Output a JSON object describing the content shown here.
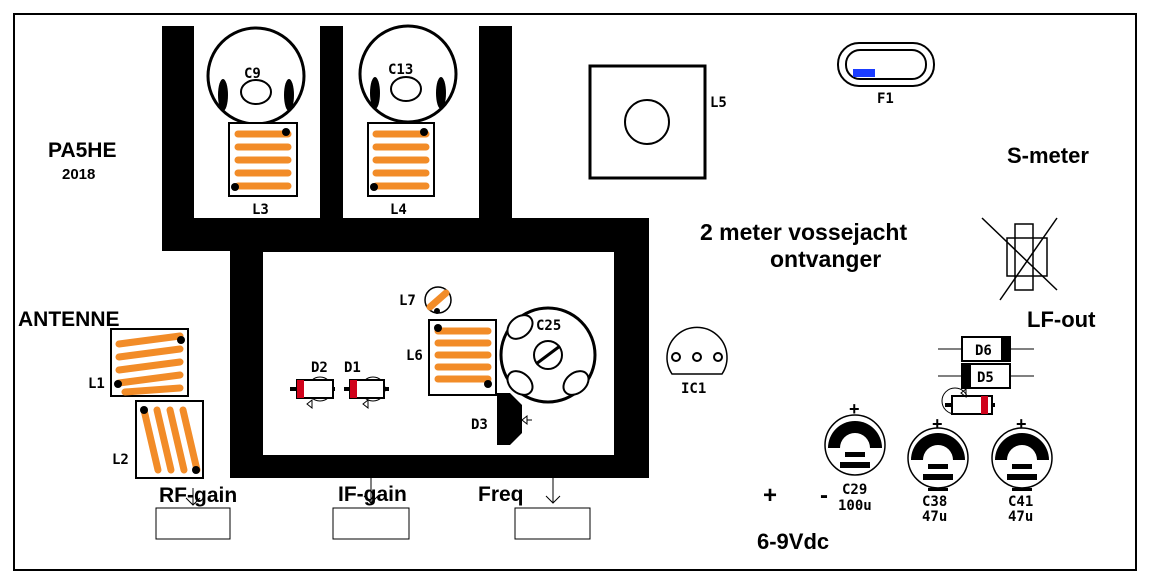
{
  "title_line1": "2 meter vossejacht",
  "title_line2": "ontvanger",
  "author": "PA5HE",
  "year": "2018",
  "labels": {
    "antenne": "ANTENNE",
    "smeter": "S-meter",
    "lfout": "LF-out",
    "rfgain": "RF-gain",
    "ifgain": "IF-gain",
    "freq": "Freq",
    "plus": "+",
    "minus": "-",
    "supply": "6-9Vdc"
  },
  "components": {
    "c9": "C9",
    "c13": "C13",
    "l3": "L3",
    "l4": "L4",
    "l5": "L5",
    "f1": "F1",
    "l1": "L1",
    "l2": "L2",
    "l6": "L6",
    "l7": "L7",
    "c25": "C25",
    "d1": "D1",
    "d2": "D2",
    "d3": "D3",
    "ic1": "IC1",
    "d5": "D5",
    "d6": "D6",
    "c29": "C29",
    "c29v": "100u",
    "c38": "C38",
    "c38v": "47u",
    "c41": "C41",
    "c41v": "47u"
  },
  "colors": {
    "coil": "#f28c28",
    "diode_band": "#d0021b",
    "fuse_mark": "#1a3cff",
    "trace": "#000000"
  }
}
